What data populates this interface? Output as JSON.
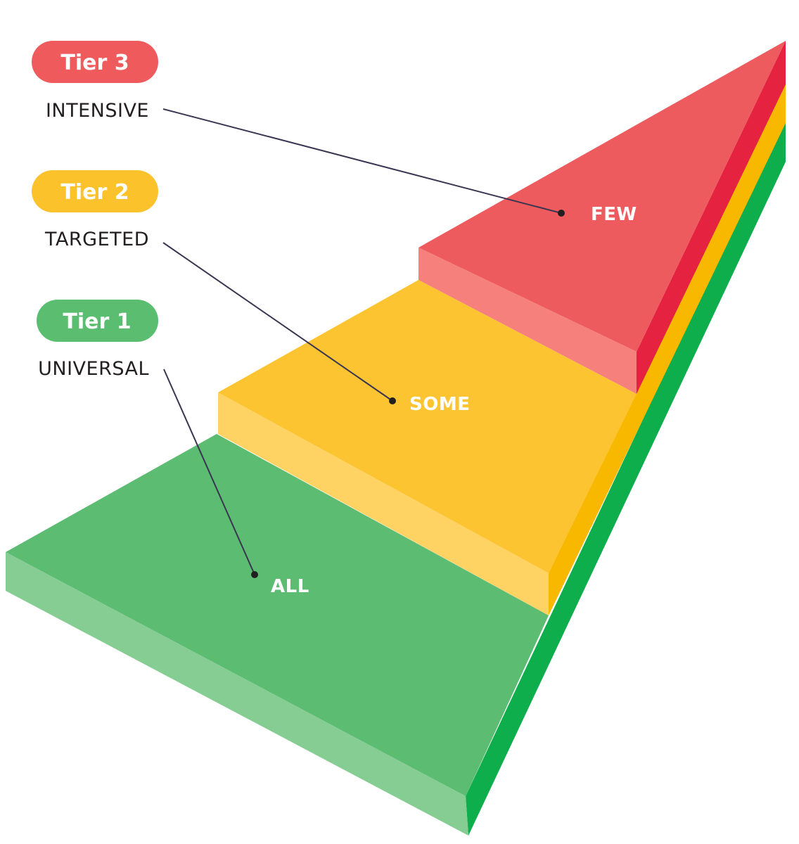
{
  "tiers": [
    {
      "badge": "Tier 3",
      "label": "INTENSIVE",
      "level": "FEW",
      "color": "#ef5a5d",
      "top_color": "#ee5b5e",
      "front_color": "#f5807c",
      "side_color": "#e5223f"
    },
    {
      "badge": "Tier 2",
      "label": "TARGETED",
      "level": "SOME",
      "color": "#fbc22c",
      "top_color": "#fcc431",
      "front_color": "#fed363",
      "side_color": "#f8b800"
    },
    {
      "badge": "Tier 1",
      "label": "UNIVERSAL",
      "level": "ALL",
      "color": "#5bbd6f",
      "top_color": "#5cbc72",
      "front_color": "#86cd93",
      "side_color": "#0fae4c"
    }
  ]
}
